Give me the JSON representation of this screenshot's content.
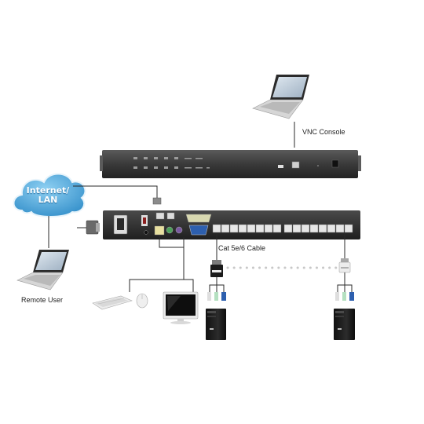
{
  "labels": {
    "vnc_console": "VNC Console",
    "internet_lan_line1": "Internet/",
    "internet_lan_line2": "LAN",
    "remote_user": "Remote User",
    "cable": "Cat 5e/6 Cable"
  },
  "icons": {
    "laptop_top": "laptop-icon",
    "laptop_remote": "laptop-icon",
    "cloud": "cloud-icon",
    "keyboard": "keyboard-icon",
    "mouse": "mouse-icon",
    "monitor": "monitor-icon",
    "server_left": "tower-server-icon",
    "server_right": "tower-server-icon",
    "adapter_left": "kvm-adapter-icon",
    "adapter_right": "kvm-adapter-icon"
  },
  "colors": {
    "device_body": "#3a3a3a",
    "cloud_fill": "#4aa3d8",
    "connector_line": "#2a2a2a",
    "dotted_line": "#c8c8c8",
    "port_blue": "#2d5fae"
  }
}
